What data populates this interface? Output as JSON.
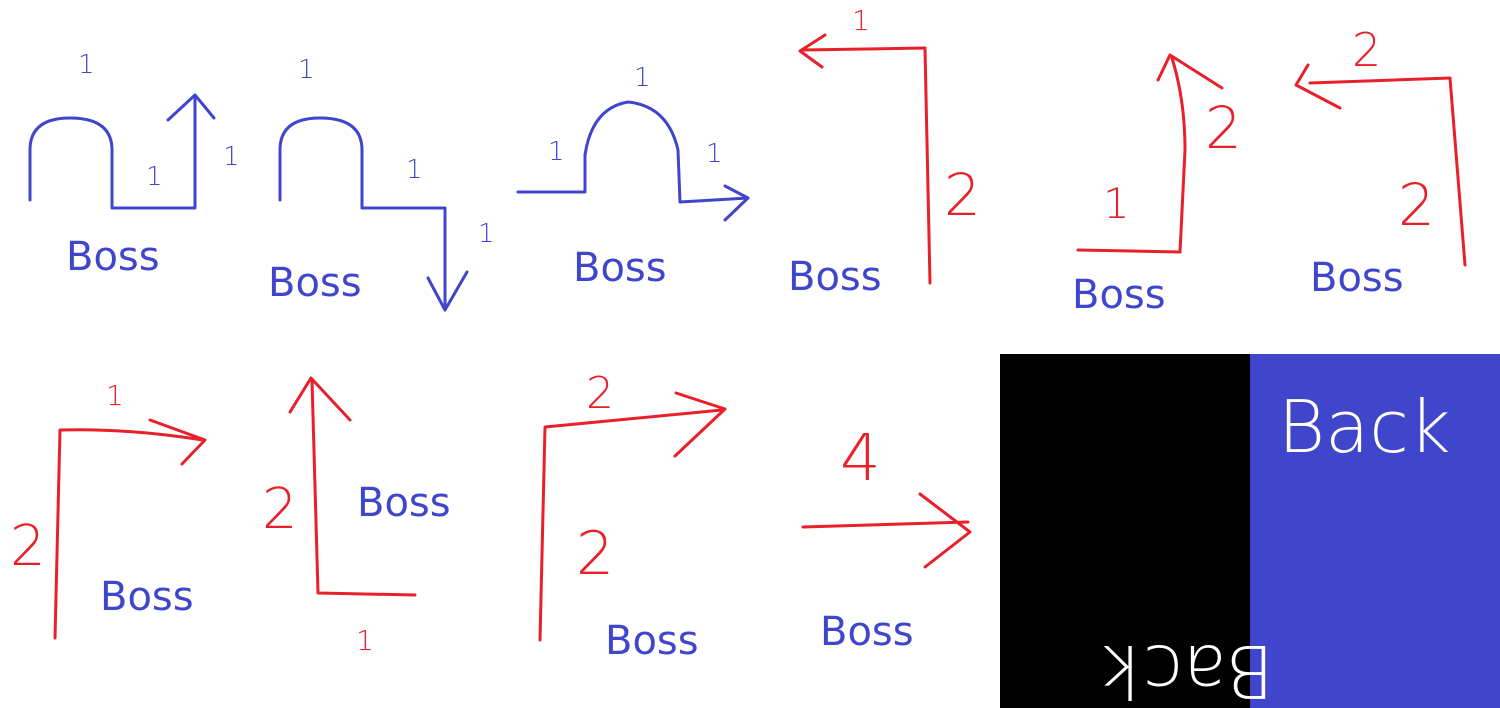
{
  "colors": {
    "blue": "#4046cc",
    "red": "#e8202a",
    "panel_black": "#000000",
    "panel_blue": "#4046cc",
    "panel_text": "#ffffff"
  },
  "diagrams": [
    {
      "label": "Boss",
      "numbers": [
        "1",
        "1",
        "1"
      ],
      "color": "blue"
    },
    {
      "label": "Boss",
      "numbers": [
        "1",
        "1",
        "1"
      ],
      "color": "blue"
    },
    {
      "label": "Boss",
      "numbers": [
        "1",
        "1",
        "1"
      ],
      "color": "blue"
    },
    {
      "label": "Boss",
      "numbers": [
        "1",
        "2"
      ],
      "color": "red"
    },
    {
      "label": "Boss",
      "numbers": [
        "1",
        "2"
      ],
      "color": "red"
    },
    {
      "label": "Boss",
      "numbers": [
        "2",
        "2"
      ],
      "color": "red"
    },
    {
      "label": "Boss",
      "numbers": [
        "1",
        "2"
      ],
      "color": "red"
    },
    {
      "label": "Boss",
      "numbers": [
        "2",
        "1"
      ],
      "color": "red"
    },
    {
      "label": "Boss",
      "numbers": [
        "2",
        "2"
      ],
      "color": "red"
    },
    {
      "label": "Boss",
      "numbers": [
        "4"
      ],
      "color": "red"
    }
  ],
  "back_panel": {
    "top_text": "Back",
    "bottom_text": "Back"
  }
}
